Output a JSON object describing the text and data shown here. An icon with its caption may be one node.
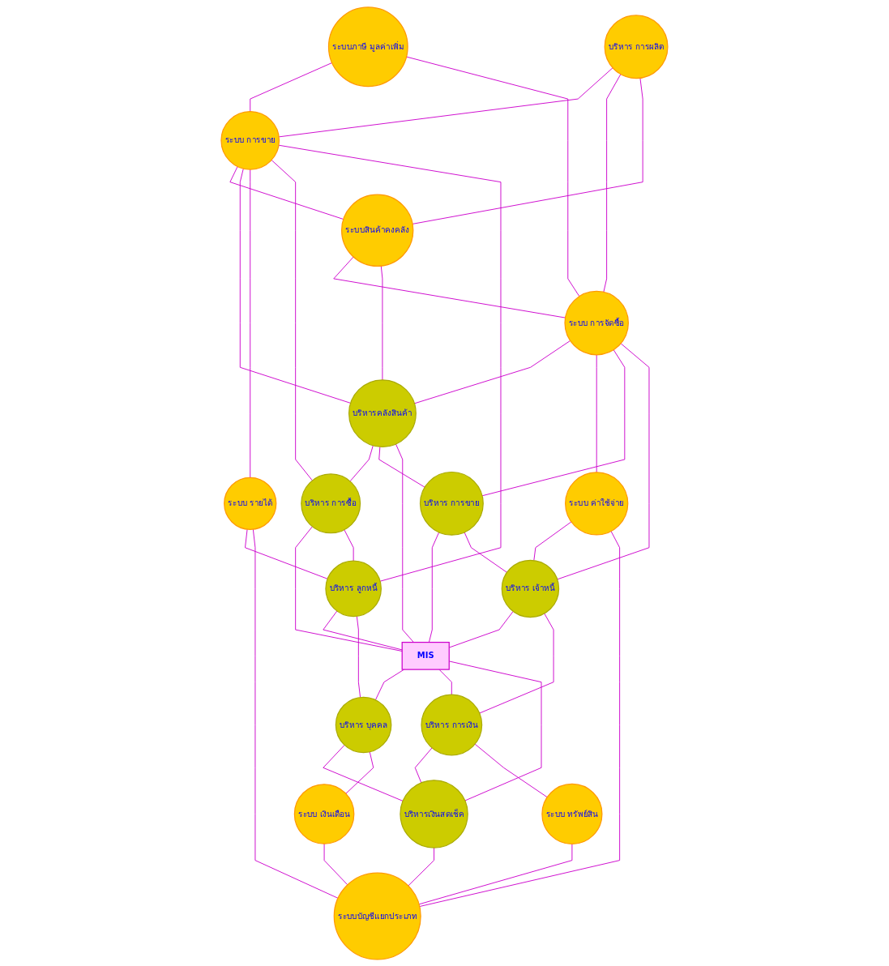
{
  "diagram": {
    "nodes": [
      {
        "text": [
          "ระบบภาษี มูลค่าเพิ่ม"
        ]
      },
      {
        "text": [
          "บริหาร การผลิต"
        ]
      },
      {
        "text": [
          "ระบบ การขาย"
        ]
      },
      {
        "text": [
          "ระบบสินค้าคงคลัง"
        ]
      },
      {
        "text": [
          "ระบบ การจัดซื้อ"
        ]
      },
      {
        "text": [
          "บริหารคลังสินค้า"
        ]
      },
      {
        "text": [
          "บริหาร การซื้อ"
        ]
      },
      {
        "text": [
          "บริหาร การขาย"
        ]
      },
      {
        "text": [
          "ระบบ รายได้"
        ]
      },
      {
        "text": [
          "บริหาร ลูกหนี้"
        ]
      },
      {
        "text": [
          "MIS"
        ]
      },
      {
        "text": [
          "บริหาร เจ้าหนี้"
        ]
      },
      {
        "text": [
          "ระบบ ค่าใช้จ่าย"
        ]
      },
      {
        "text": [
          "บริหาร บุคคล"
        ]
      },
      {
        "text": [
          "บริหาร การเงิน"
        ]
      },
      {
        "text": [
          "บริหารเงินสดเช็ค"
        ]
      },
      {
        "text": [
          "ระบบ เงินเดือน"
        ]
      },
      {
        "text": [
          "ระบบ ทรัพย์สิน"
        ]
      },
      {
        "text": [
          "ระบบบัญชีแยกประเภท"
        ]
      }
    ],
    "edges": [
      {
        "from": 0,
        "to": 2,
        "arrow": "none"
      },
      {
        "from": 0,
        "to": 4,
        "arrow": "none"
      },
      {
        "from": 1,
        "to": 2,
        "arrow": "none"
      },
      {
        "from": 1,
        "to": 4,
        "arrow": "none"
      },
      {
        "from": 1,
        "to": 3,
        "arrow": "none"
      },
      {
        "from": 2,
        "to": 3,
        "arrow": "none"
      },
      {
        "from": 3,
        "to": 4,
        "arrow": "none"
      },
      {
        "from": 2,
        "to": 5,
        "arrow": "none"
      },
      {
        "from": 4,
        "to": 5,
        "arrow": "none"
      },
      {
        "from": 3,
        "to": 5,
        "arrow": "none"
      },
      {
        "from": 2,
        "to": 8,
        "arrow": "none"
      },
      {
        "from": 4,
        "to": 12,
        "arrow": "none"
      },
      {
        "from": 2,
        "to": 6,
        "arrow": "none"
      },
      {
        "from": 2,
        "to": 9,
        "arrow": "none"
      },
      {
        "from": 4,
        "to": 7,
        "arrow": "none"
      },
      {
        "from": 4,
        "to": 11,
        "arrow": "none"
      },
      {
        "from": 8,
        "to": 9,
        "arrow": "none"
      },
      {
        "from": 8,
        "to": 18,
        "arrow": "none"
      },
      {
        "from": 12,
        "to": 11,
        "arrow": "none"
      },
      {
        "from": 12,
        "to": 18,
        "arrow": "none"
      },
      {
        "from": 5,
        "to": 6,
        "arrow": "none"
      },
      {
        "from": 5,
        "to": 7,
        "arrow": "none"
      },
      {
        "from": 5,
        "to": 10,
        "arrow": "none"
      },
      {
        "from": 6,
        "to": 10,
        "arrow": "none"
      },
      {
        "from": 7,
        "to": 10,
        "arrow": "none"
      },
      {
        "from": 9,
        "to": 10,
        "arrow": "none"
      },
      {
        "from": 11,
        "to": 10,
        "arrow": "none"
      },
      {
        "from": 10,
        "to": 13,
        "arrow": "none"
      },
      {
        "from": 10,
        "to": 14,
        "arrow": "none"
      },
      {
        "from": 10,
        "to": 15,
        "arrow": "none"
      },
      {
        "from": 6,
        "to": 9,
        "arrow": "none"
      },
      {
        "from": 7,
        "to": 11,
        "arrow": "none"
      },
      {
        "from": 9,
        "to": 13,
        "arrow": "none"
      },
      {
        "from": 11,
        "to": 14,
        "arrow": "none"
      },
      {
        "from": 13,
        "to": 15,
        "arrow": "none"
      },
      {
        "from": 14,
        "to": 15,
        "arrow": "none"
      },
      {
        "from": 13,
        "to": 16,
        "arrow": "none"
      },
      {
        "from": 16,
        "to": 18,
        "arrow": "none"
      },
      {
        "from": 14,
        "to": 17,
        "arrow": "none"
      },
      {
        "from": 17,
        "to": 18,
        "arrow": "none"
      },
      {
        "from": 15,
        "to": 18,
        "arrow": "none"
      }
    ]
  }
}
